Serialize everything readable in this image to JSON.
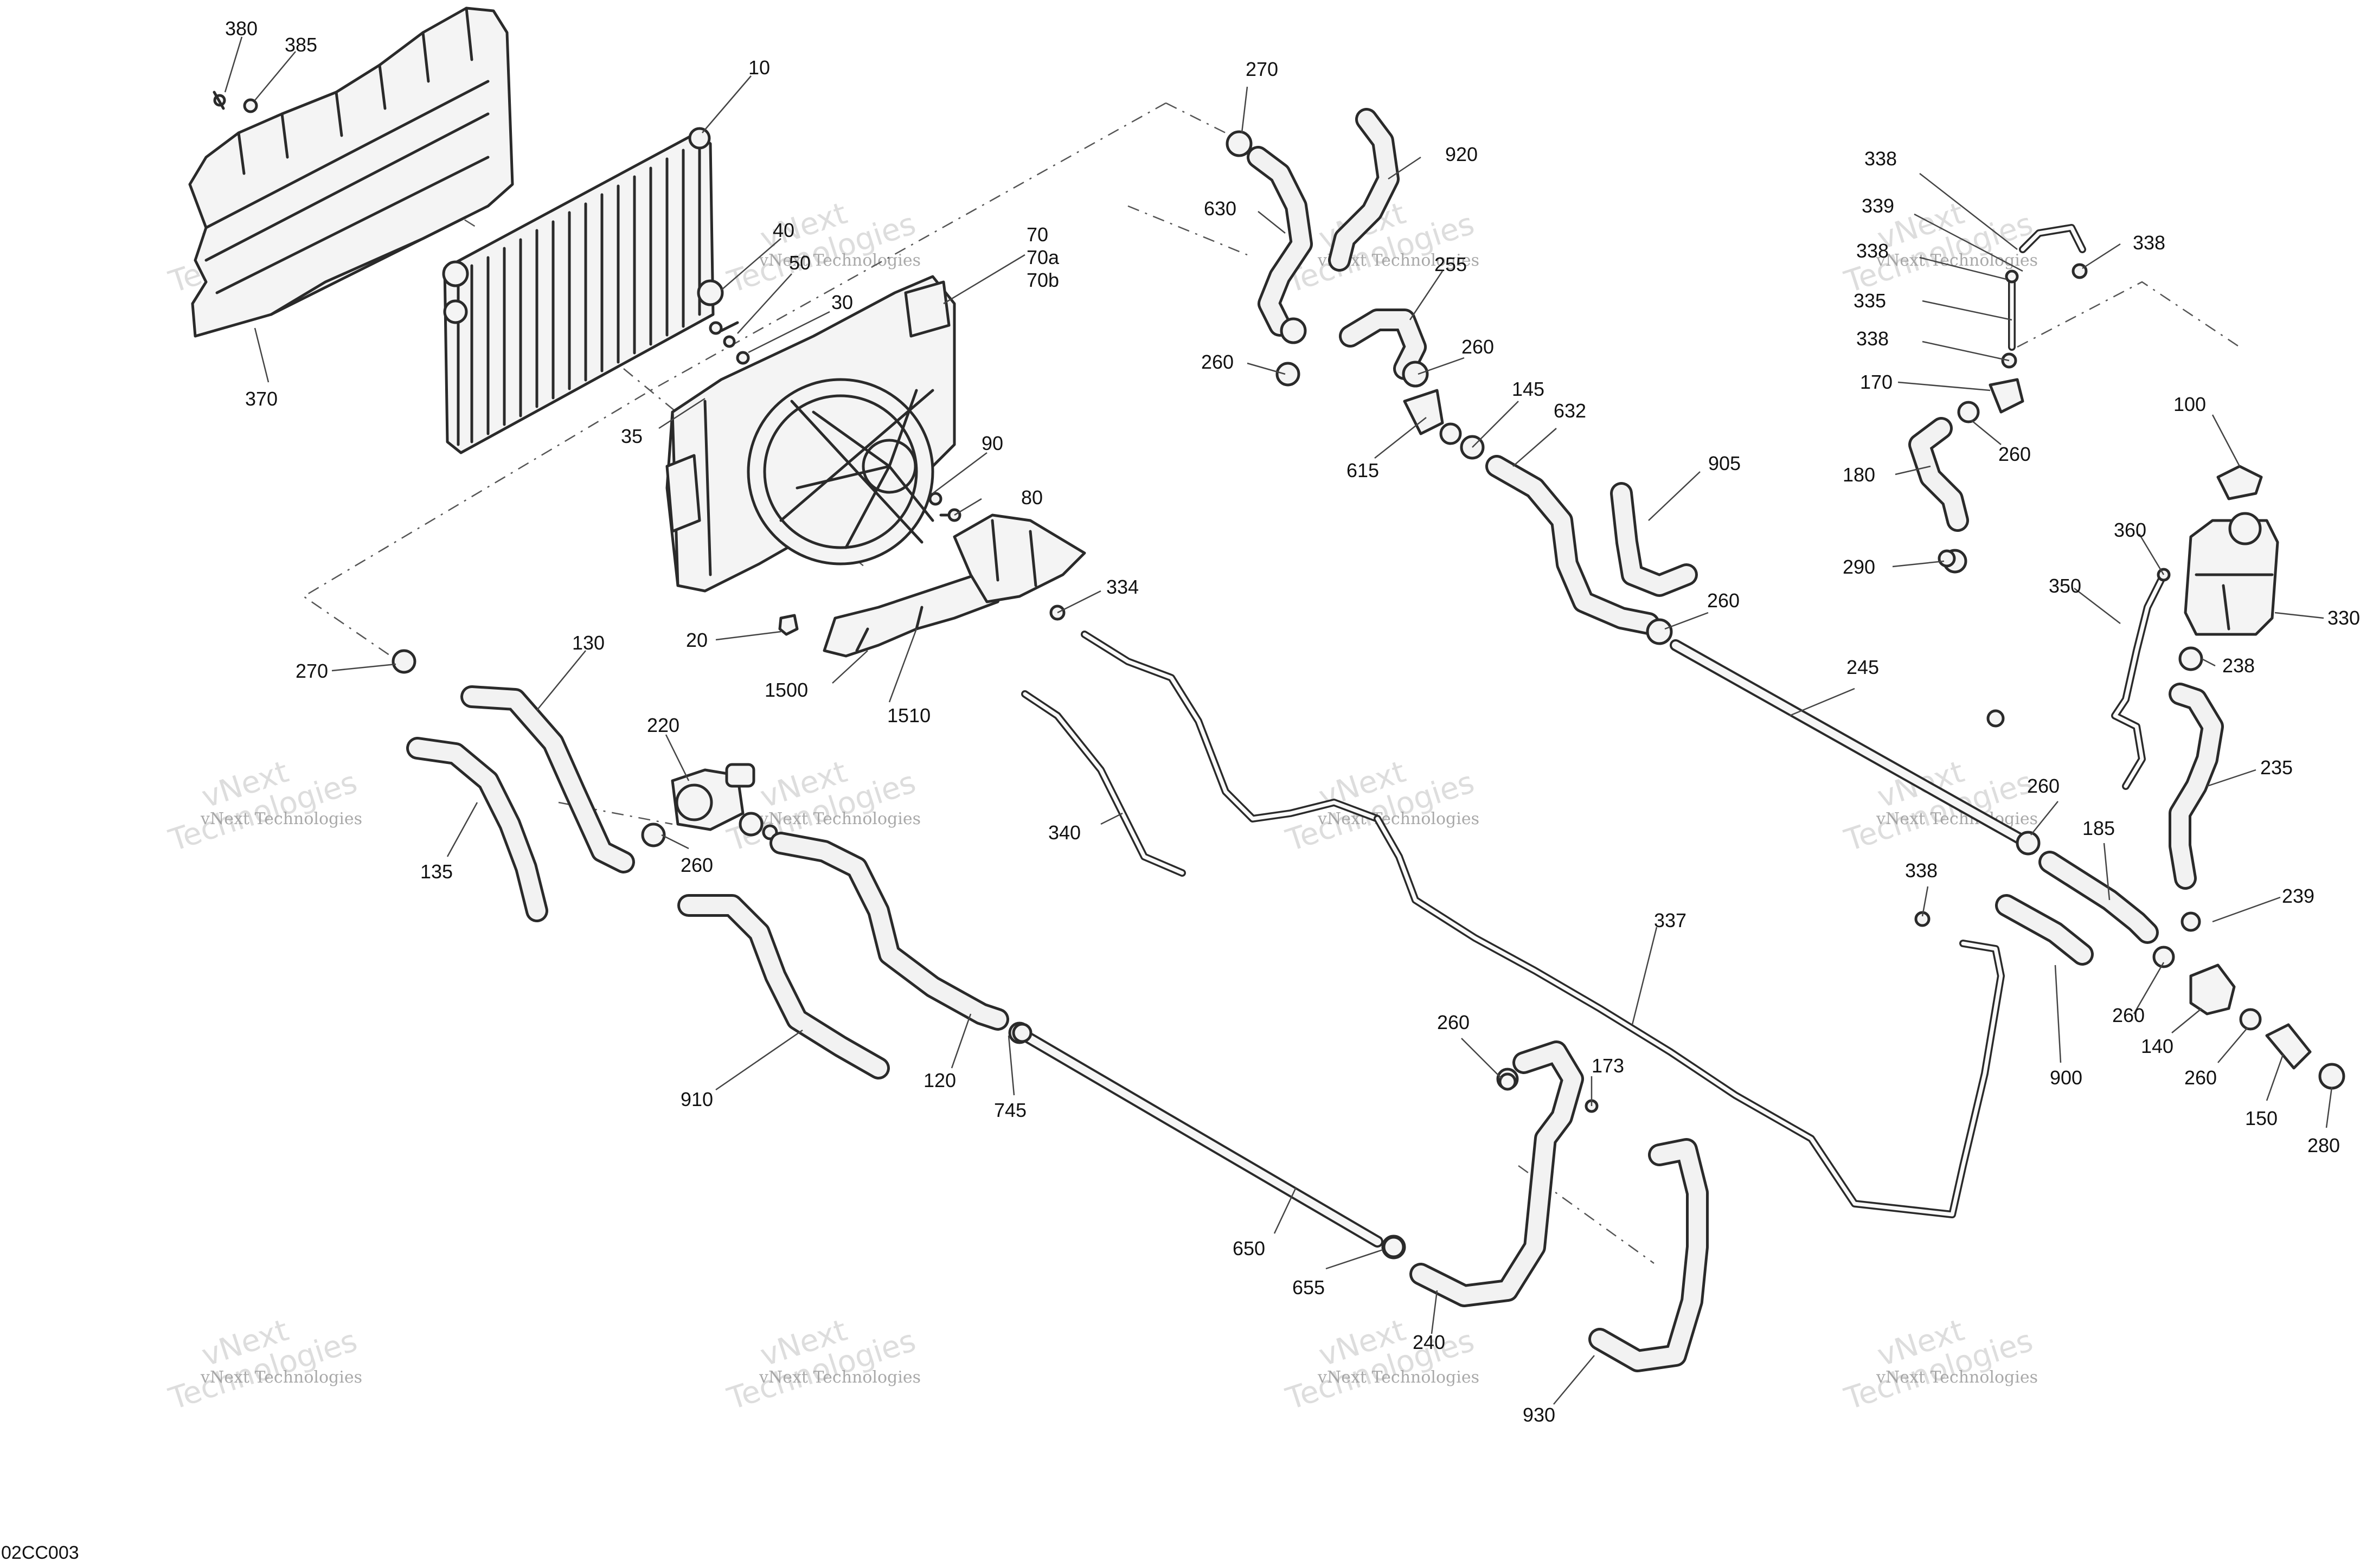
{
  "diagram": {
    "code": "02CC003",
    "watermark": {
      "line1": "vNext",
      "line2": "Technologies",
      "label": "vNext Technologies"
    },
    "callouts": {
      "c380": "380",
      "c385": "385",
      "c10": "10",
      "c370": "370",
      "c40": "40",
      "c50": "50",
      "c30": "30",
      "c35": "35",
      "c70": "70",
      "c70a": "70a",
      "c70b": "70b",
      "c90": "90",
      "c80": "80",
      "c334": "334",
      "c20": "20",
      "c1500": "1500",
      "c1510": "1510",
      "c270a": "270",
      "c630": "630",
      "c920": "920",
      "c255": "255",
      "c260a": "260",
      "c260b": "260",
      "c615": "615",
      "c145": "145",
      "c632": "632",
      "c905": "905",
      "c260c": "260",
      "c245": "245",
      "c338a": "338",
      "c339": "339",
      "c338b": "338",
      "c338c": "338",
      "c335": "335",
      "c338d": "338",
      "c170": "170",
      "c260d": "260",
      "c180": "180",
      "c290": "290",
      "c100": "100",
      "c360": "360",
      "c350": "350",
      "c330": "330",
      "c238": "238",
      "c235": "235",
      "c260e": "260",
      "c185": "185",
      "c338e": "338",
      "c239": "239",
      "c900": "900",
      "c260f": "260",
      "c140": "140",
      "c260g": "260",
      "c150": "150",
      "c280": "280",
      "c270b": "270",
      "c130": "130",
      "c220": "220",
      "c135": "135",
      "c260h": "260",
      "c340": "340",
      "c337": "337",
      "c910": "910",
      "c120": "120",
      "c745": "745",
      "c260i": "260",
      "c173": "173",
      "c650": "650",
      "c655": "655",
      "c240": "240",
      "c930": "930"
    }
  }
}
